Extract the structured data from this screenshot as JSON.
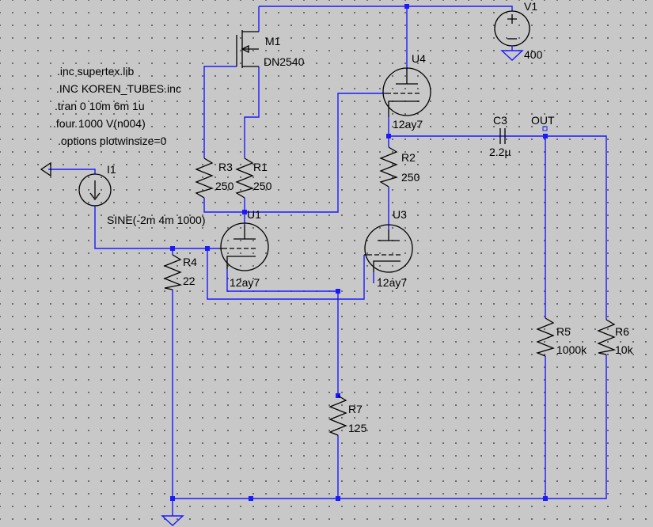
{
  "directives": [
    ".inc supertex.lib",
    ".INC KOREN_TUBES.inc",
    ".tran 0 10m 6m 1u",
    ".four 1000 V(n004)",
    ".options plotwinsize=0"
  ],
  "components": {
    "V1": {
      "name": "V1",
      "value": "400"
    },
    "M1": {
      "name": "M1",
      "value": "DN2540"
    },
    "U4": {
      "name": "U4",
      "value": "12ay7"
    },
    "U1": {
      "name": "U1",
      "value": "12ay7"
    },
    "U3": {
      "name": "U3",
      "value": "12ay7"
    },
    "C3": {
      "name": "C3",
      "value": "2.2µ"
    },
    "R1": {
      "name": "R1",
      "value": "250"
    },
    "R2": {
      "name": "R2",
      "value": "250"
    },
    "R3": {
      "name": "R3",
      "value": "250"
    },
    "R4": {
      "name": "R4",
      "value": "22"
    },
    "R5": {
      "name": "R5",
      "value": "1000k"
    },
    "R6": {
      "name": "R6",
      "value": "10k"
    },
    "R7": {
      "name": "R7",
      "value": "125"
    },
    "I1": {
      "name": "I1",
      "value": "SINE(-2m 4m 1000)"
    }
  },
  "net_labels": {
    "out": "OUT"
  },
  "colors": {
    "wire": "#1a1aff",
    "symbol": "#000000",
    "background": "#c8c8c8"
  }
}
